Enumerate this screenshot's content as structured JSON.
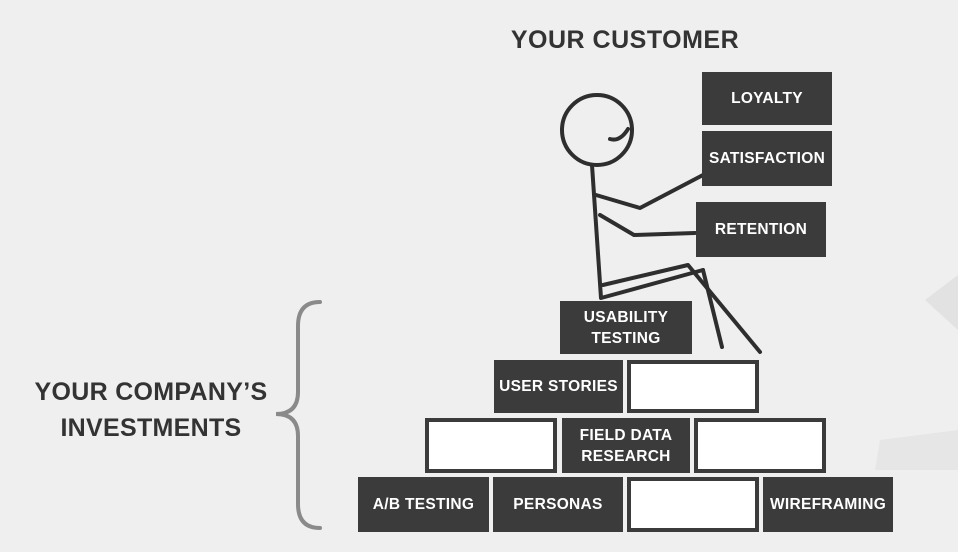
{
  "title": "YOUR CUSTOMER",
  "investments_label": "YOUR COMPANY’S INVESTMENTS",
  "customer_blocks": [
    {
      "label": "LOYALTY"
    },
    {
      "label": "SATISFACTION"
    },
    {
      "label": "RETENTION"
    }
  ],
  "investment_blocks": [
    {
      "label": "USABILITY TESTING"
    },
    {
      "label": "USER STORIES"
    },
    {
      "label": ""
    },
    {
      "label": ""
    },
    {
      "label": "FIELD DATA RESEARCH"
    },
    {
      "label": ""
    },
    {
      "label": "A/B TESTING"
    },
    {
      "label": "PERSONAS"
    },
    {
      "label": ""
    },
    {
      "label": "WIREFRAMING"
    }
  ],
  "colors": {
    "background": "#efefef",
    "block_dark": "#3b3b3b",
    "text": "#333333"
  }
}
